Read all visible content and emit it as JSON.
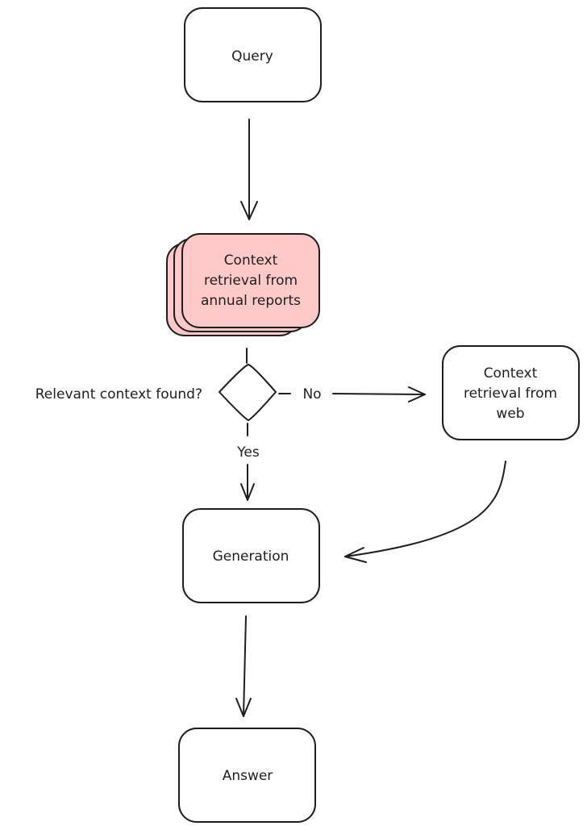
{
  "nodes": {
    "query": "Query",
    "retrieval_reports": [
      "Context",
      "retrieval from",
      "annual reports"
    ],
    "decision": "Relevant context found?",
    "retrieval_web": [
      "Context",
      "retrieval from",
      "web"
    ],
    "generation": "Generation",
    "answer": "Answer"
  },
  "edges": {
    "no_label": "No",
    "yes_label": "Yes"
  },
  "colors": {
    "stroke": "#1e1e1e",
    "highlight_fill": "#ffc9c9",
    "background": "#ffffff"
  }
}
